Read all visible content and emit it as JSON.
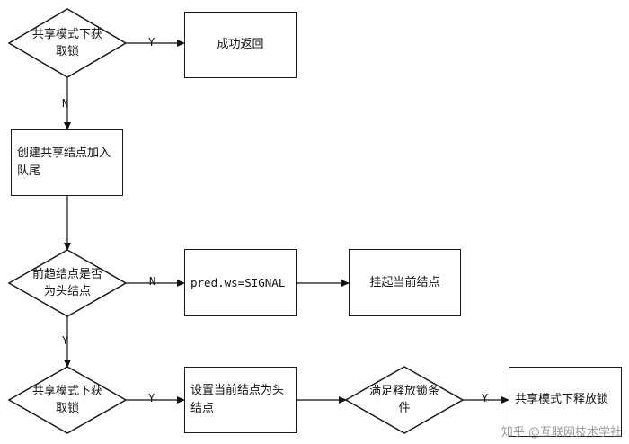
{
  "nodes": {
    "d1": "共享模式下获\n取锁",
    "b_success": "成功返回",
    "b_create": "创建共享结点加入\n队尾",
    "d2": "前趋结点是否\n为头结点",
    "b_signal": "pred.ws=SIGNAL",
    "b_park": "挂起当前结点",
    "d3": "共享模式下获\n取锁",
    "b_sethead": "设置当前结点为头\n结点",
    "d4": "满足释放锁条\n件",
    "b_release": "共享模式下释放锁\n"
  },
  "edges": {
    "e1": "Y",
    "e2": "N",
    "e3": "N",
    "e4": "Y",
    "e5": "Y",
    "e6": "Y"
  },
  "watermark": "知乎 @互联网技术学社"
}
